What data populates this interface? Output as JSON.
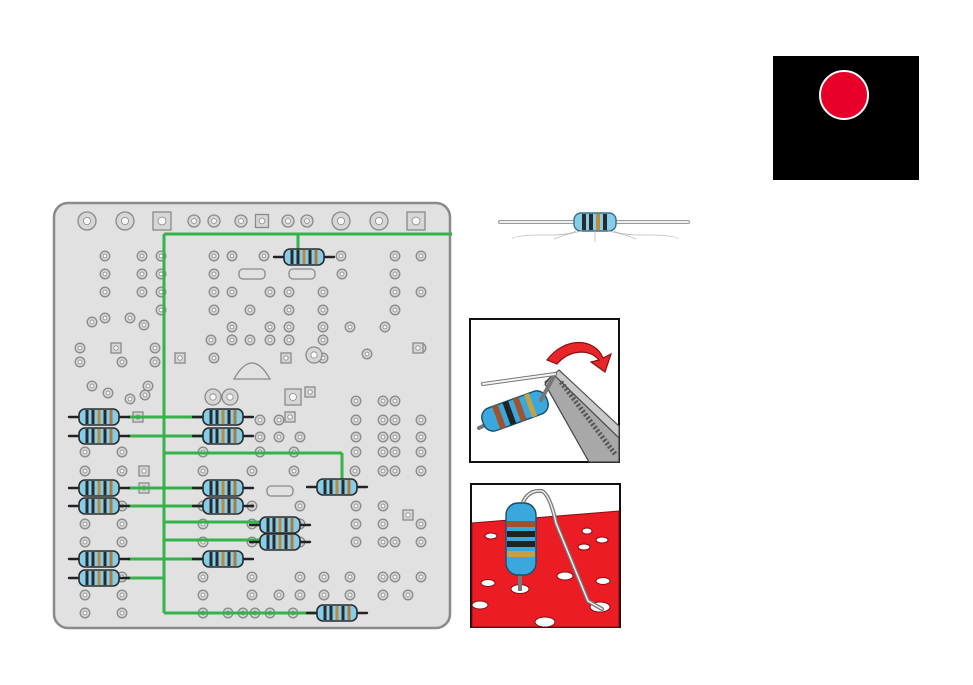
{
  "status_indicator": {
    "icon": "red-dot-icon",
    "color": "#e8002a"
  },
  "colors": {
    "board": "#e1e1e1",
    "board_outline": "#8a8a8a",
    "trace": "#35b24a",
    "resistor_body": "#86cdea",
    "red_board": "#ec1c24",
    "bend_arrow": "#e8262a"
  },
  "board": {
    "resistor_count": 17,
    "component": "resistor",
    "resistor_band_colors": [
      "#2a2a2a",
      "#2a2a2a",
      "#c08a3a",
      "#2a2a2a",
      "#b07a3a"
    ]
  },
  "reference_resistor": {
    "icon": "resistor-icon"
  },
  "instructions": [
    {
      "step": "bend-lead",
      "icon": "pliers-bend-icon"
    },
    {
      "step": "insert-lead",
      "icon": "resistor-insert-icon"
    }
  ]
}
